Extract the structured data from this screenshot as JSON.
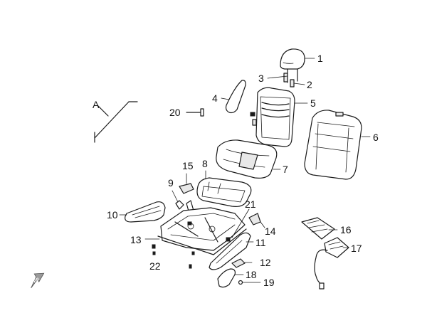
{
  "diagram": {
    "section_label": "A",
    "direction_arrow_label": "FR",
    "callouts": [
      "1",
      "2",
      "3",
      "4",
      "5",
      "6",
      "7",
      "8",
      "9",
      "10",
      "11",
      "12",
      "13",
      "14",
      "15",
      "16",
      "17",
      "18",
      "19",
      "20",
      "21",
      "22"
    ]
  }
}
